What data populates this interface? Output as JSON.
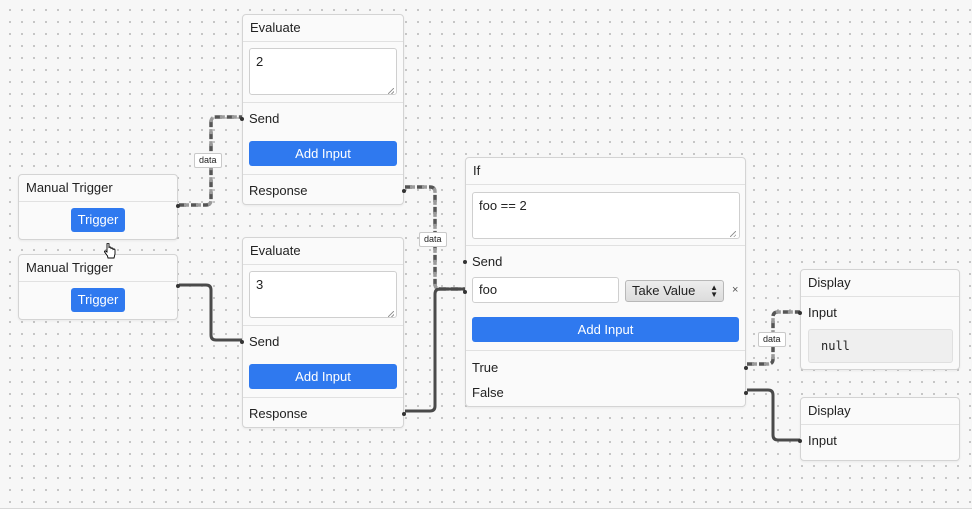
{
  "nodes": {
    "trigger1": {
      "title": "Manual Trigger",
      "button": "Trigger"
    },
    "trigger2": {
      "title": "Manual Trigger",
      "button": "Trigger"
    },
    "evaluate1": {
      "title": "Evaluate",
      "expression": "2",
      "send_label": "Send",
      "add_input_label": "Add Input",
      "response_label": "Response"
    },
    "evaluate2": {
      "title": "Evaluate",
      "expression": "3",
      "send_label": "Send",
      "add_input_label": "Add Input",
      "response_label": "Response"
    },
    "if": {
      "title": "If",
      "condition": "foo == 2",
      "send_label": "Send",
      "input_name": "foo",
      "mode_select": "Take Value",
      "remove_label": "×",
      "add_input_label": "Add Input",
      "true_label": "True",
      "false_label": "False"
    },
    "display1": {
      "title": "Display",
      "input_label": "Input",
      "value": "null"
    },
    "display2": {
      "title": "Display",
      "input_label": "Input"
    }
  },
  "wire_labels": {
    "trigger_to_eval": "data",
    "eval_to_if": "data",
    "if_to_display": "data"
  },
  "colors": {
    "accent": "#2f79ef",
    "wire_solid": "#4a4a4a",
    "wire_dash": "#8a8a8a"
  }
}
